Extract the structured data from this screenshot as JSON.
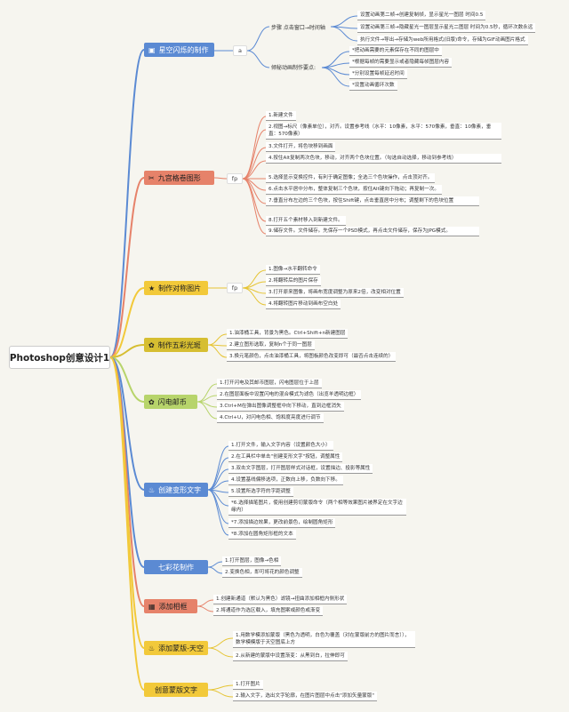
{
  "root": "Photoshop创意设计1",
  "categories": [
    {
      "label": "星空闪烁的制作",
      "icon": "▣",
      "color": "#5b8ad3",
      "text": "#fff"
    },
    {
      "label": "九宫格卷图形",
      "icon": "✂",
      "color": "#e6826a",
      "text": "#222"
    },
    {
      "label": "制作对称图片",
      "icon": "★",
      "color": "#f2c93a",
      "text": "#222"
    },
    {
      "label": "制作五彩光斑",
      "icon": "✿",
      "color": "#d6be31",
      "text": "#222"
    },
    {
      "label": "闪电邮币",
      "icon": "✿",
      "color": "#b7d46b",
      "text": "#222"
    },
    {
      "label": "创建变形文字",
      "icon": "♨",
      "color": "#5b8ad3",
      "text": "#fff"
    },
    {
      "label": "七彩花制作",
      "icon": "",
      "color": "#5b8ad3",
      "text": "#fff"
    },
    {
      "label": "添加相框",
      "icon": "▦",
      "color": "#e6826a",
      "text": "#222"
    },
    {
      "label": "添加蒙版-天空",
      "icon": "♨",
      "color": "#f2c93a",
      "text": "#222"
    },
    {
      "label": "创意蒙版文字",
      "icon": "",
      "color": "#f2c93a",
      "text": "#222"
    }
  ],
  "mids": {
    "star": "a",
    "nine": "fp",
    "sym": "fp",
    "step": "步骤 点击窗口→时间轴",
    "anim": "倾秘动画制作要点:"
  },
  "star_steps": [
    "设置动画第二帧→创建复制帧，显示星光一图层 时间0.5",
    "设置动画第三帧→隐藏星光一图层显示星光二图层 时间为0.5秒，循环次数永远",
    "执行文件→导出→存储为web所用格式(旧版)命令，存储为GIF动画图片格式"
  ],
  "star_tips": [
    "*把动画需要的元素保存在不同的图层中",
    "*根据每帧的需要显示或者隐藏每帧图层内容",
    "*分别设置每帧延迟时间",
    "*设置动画循环次数"
  ],
  "nine": [
    "1.新建文件",
    "2.视图→标尺（像素单位），对齐。设置参考线（水平：10像素，水平：570像素，垂直：10像素，垂直：570像素）",
    "3.文件打开，将色块移到画面",
    "4.按住Alt复制两次色块，移动，对齐两个色块位置。（勾选自动选择，移动到参考线）",
    "5.选择显示变换控件，有利于确定图像；全选三个色块操作，点击顶对齐。",
    "6.点击水平居中分布，整体复制三个色块，按住Alt键向下拖动；再复制一次。",
    "7.垂直分布左边的三个色块，按住Shift键，点击垂直居中分布；调整剩下的色块位置",
    "8.打开五个素材移入到新建文件。",
    "9.储存文件。文件储存。先保存一个PSD模式，再点击文件储存，保存为JPG模式。"
  ],
  "sym": [
    "1.图像→水平翻转命令",
    "2.将翻转后的图片保存",
    "3.打开原来图像，将画布宽度调整为原来2倍，改变相对位置",
    "4.将翻转图片移动到画布空白处"
  ],
  "spot": [
    "1.油漆桶工具，背景为黑色。Ctrl+Shift+n新建图层",
    "2.建立图形选取，复制n个于同一图层",
    "3.换元笔颜色，点击油漆桶工具，将图板颜色改变即可（最否点击连续的）"
  ],
  "lightning": [
    "1.打开闪电及其邮币图层，闪电图层位于上层",
    "2.在图层面板中设置闪电的混合模式为滤色（出览羊透明边框）",
    "3.Ctrl+M在弹出图像调整框中向下移动，直到边框消失",
    "4.Ctrl+U，对闪电色相、饱和度亮度进行调节"
  ],
  "warp": [
    "1.打开文件，输入文字内容（设置颜色大小）",
    "2.在工具栏中单击\"创建变形文字\"按钮，调整属性",
    "3.双击文字图层，打开图层样式对话框，设置描边、投影等属性",
    "4.设置基线偏移选项，正数向上移，负数向下移。",
    "5.设置所选字符的字距调整",
    "*6.选择描笔图片，使用创建剪切蒙版命令（两个相等效果图片被界定在文字边缘内）",
    "*7.添加描边效果，更改前景色，绘制圆角矩形",
    "*8.添加在圆角矩形框的文本"
  ],
  "flower": [
    "1.打开图层，图像→色相",
    "2.变换色相，即可将花的颜色调整"
  ],
  "frame": [
    "1.创建新通道（默认为黑色）滤镜→扭曲添加相框内侧形状",
    "2.将通道作为选区载入，填充图案或颜色或渐变"
  ],
  "sky": [
    "1.用数学模添加蒙版（黑色为透明，白色为覆盖（对在蒙版前方的图片而言）），数学模模版于天空图底上方",
    "2.从新建的蒙版中设置渐变：从黑到白，拉伸即可"
  ],
  "text": [
    "1.打开图片",
    "2.输入文字，选出文字轮廓，在图片图层中点击\"添加矢量蒙版\""
  ]
}
